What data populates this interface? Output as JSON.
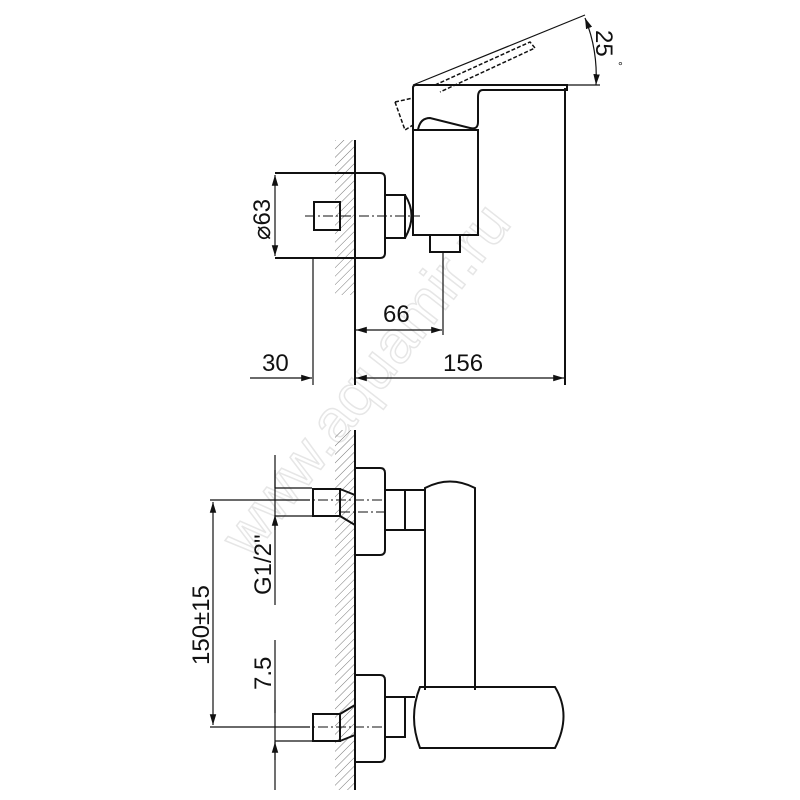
{
  "watermark": "www.aquamir.ru",
  "side_view": {
    "angle_label": "25",
    "degree_symbol": "°",
    "diameter_label": "⌀63",
    "outlet_offset_label": "66",
    "depth_label": "156",
    "wall_offset_label": "30"
  },
  "front_view": {
    "center_distance_label": "150±15",
    "thread_label": "G1/2\"",
    "thread_offset_label": "7.5"
  }
}
